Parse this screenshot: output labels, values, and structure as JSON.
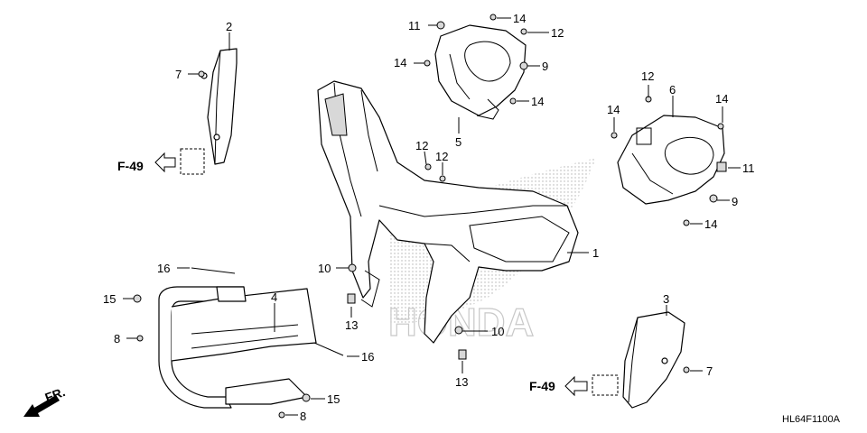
{
  "diagram": {
    "code": "HL64F1100A",
    "watermark": "HONDA",
    "front_label": "FR.",
    "refs": [
      {
        "id": "ref-left",
        "text": "F-49"
      },
      {
        "id": "ref-right",
        "text": "F-49"
      }
    ],
    "callouts": [
      "1",
      "2",
      "3",
      "4",
      "5",
      "6",
      "7",
      "7",
      "8",
      "8",
      "9",
      "9",
      "10",
      "10",
      "11",
      "11",
      "12",
      "12",
      "12",
      "12",
      "13",
      "13",
      "14",
      "14",
      "14",
      "14",
      "14",
      "14",
      "15",
      "15",
      "16",
      "16"
    ]
  }
}
